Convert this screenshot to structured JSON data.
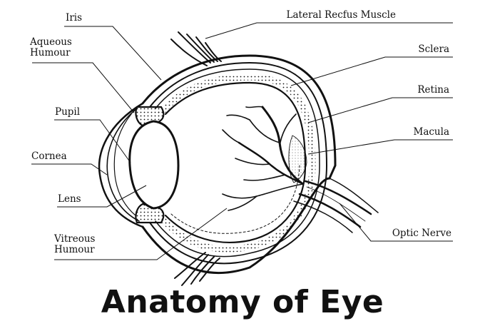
{
  "title": "Anatomy of Eye",
  "labels": {
    "iris": "Iris",
    "aqueous_humour": "Aqueous\nHumour",
    "pupil": "Pupil",
    "cornea": "Cornea",
    "lens": "Lens",
    "vitreous_humour": "Vitreous\nHumour",
    "lateral_rectus_muscle": "Lateral Recfus Muscle",
    "sclera": "Sclera",
    "retina": "Retina",
    "macula": "Macula",
    "optic_nerve": "Optic Nerve"
  },
  "colors": {
    "ink": "#111111",
    "background": "#ffffff"
  }
}
